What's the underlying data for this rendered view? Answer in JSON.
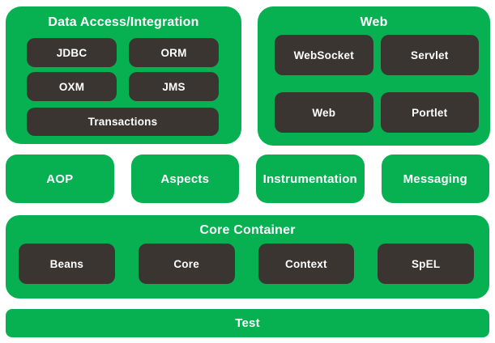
{
  "colors": {
    "green": "#07B152",
    "dark": "#3A3531",
    "label": "#FFFFFF",
    "bg": "#FFFFFF"
  },
  "diagram": {
    "data_access": {
      "title": "Data Access/Integration",
      "modules": [
        "JDBC",
        "ORM",
        "OXM",
        "JMS",
        "Transactions"
      ]
    },
    "web": {
      "title": "Web",
      "modules": [
        "WebSocket",
        "Servlet",
        "Web",
        "Portlet"
      ]
    },
    "middle_modules": [
      "AOP",
      "Aspects",
      "Instrumentation",
      "Messaging"
    ],
    "core_container": {
      "title": "Core Container",
      "modules": [
        "Beans",
        "Core",
        "Context",
        "SpEL"
      ]
    },
    "test": {
      "title": "Test"
    }
  }
}
